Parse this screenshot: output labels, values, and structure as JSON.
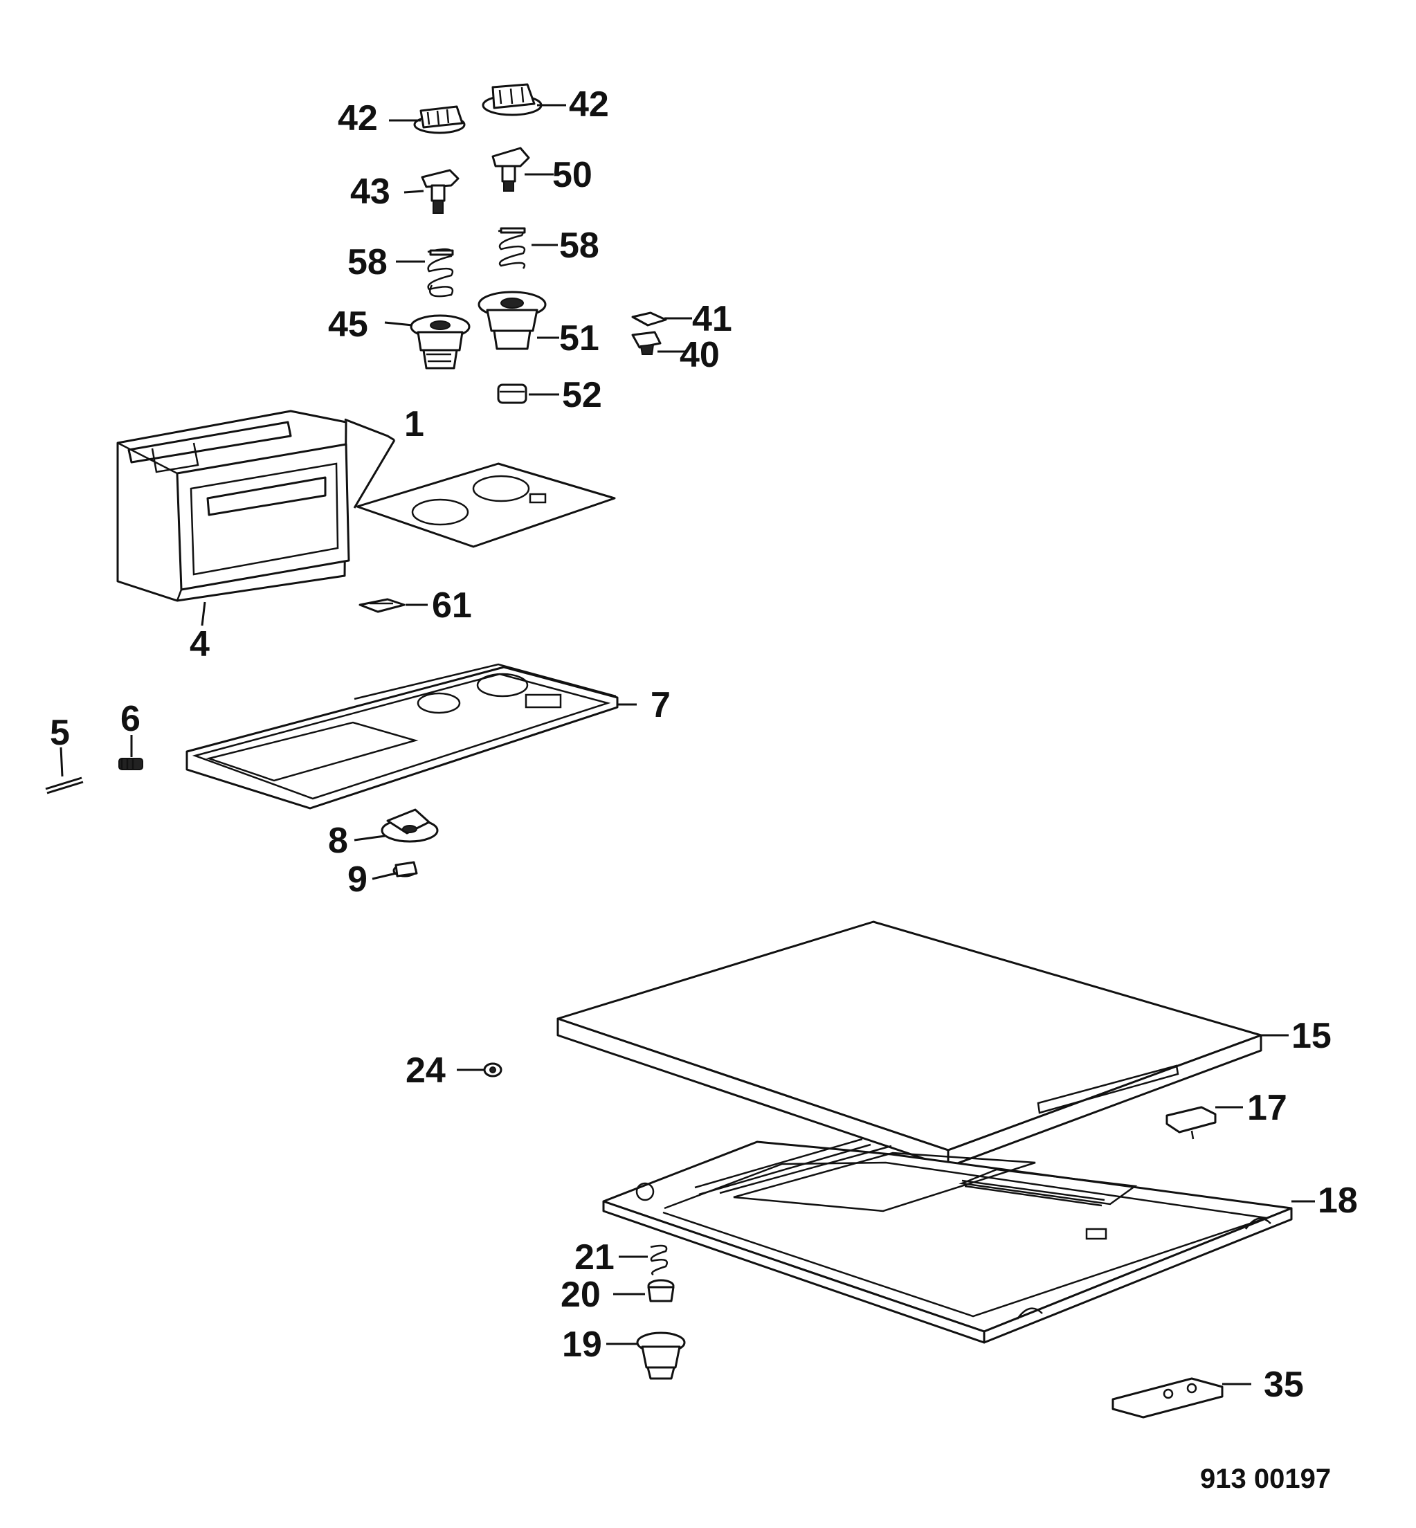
{
  "labels": {
    "l42a": "42",
    "l42b": "42",
    "l43": "43",
    "l50": "50",
    "l58a": "58",
    "l58b": "58",
    "l45": "45",
    "l51": "51",
    "l41": "41",
    "l40": "40",
    "l52": "52",
    "l1": "1",
    "l61": "61",
    "l4": "4",
    "l5": "5",
    "l6": "6",
    "l7": "7",
    "l8": "8",
    "l9": "9",
    "l15": "15",
    "l24": "24",
    "l17": "17",
    "l18": "18",
    "l21": "21",
    "l20": "20",
    "l19": "19",
    "l35": "35"
  },
  "reference": "913 00197"
}
